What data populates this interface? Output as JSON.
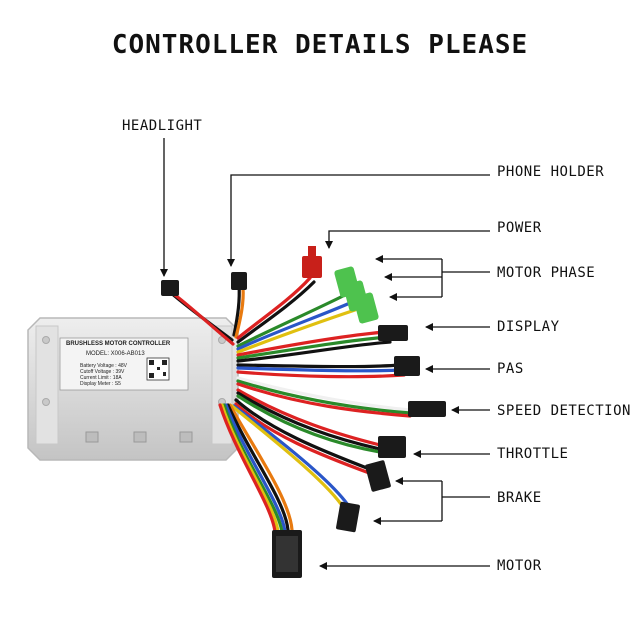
{
  "title": "CONTROLLER DETAILS PLEASE",
  "controller": {
    "heading": "BRUSHLESS MOTOR CONTROLLER",
    "model": "MODEL: X006-AB013",
    "specs": [
      "Battery Voltage : 48V",
      "Cutoff Voltage : 39V",
      "Current Limit : 18A",
      "Display Meter : S5"
    ]
  },
  "labels": {
    "headlight": "HEADLIGHT",
    "phone_holder": "PHONE HOLDER",
    "power": "POWER",
    "motor_phase": "MOTOR PHASE",
    "display": "DISPLAY",
    "pas": "PAS",
    "speed_detection": "SPEED DETECTION",
    "throttle": "THROTTLE",
    "brake": "BRAKE",
    "motor": "MOTOR"
  }
}
